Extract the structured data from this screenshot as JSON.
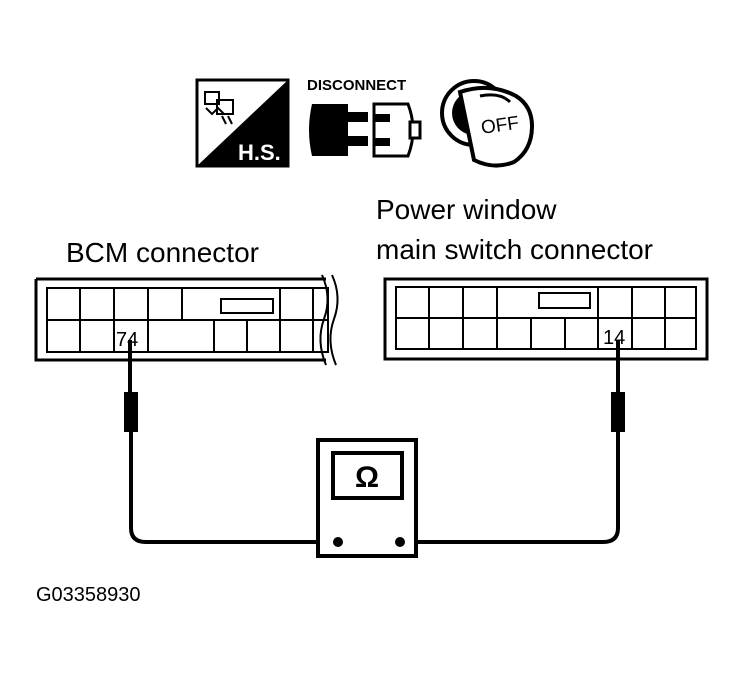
{
  "icons": {
    "harness_side": {
      "name": "harness-side-icon",
      "text": "H.S."
    },
    "disconnect": {
      "name": "disconnect-icon",
      "text": "DISCONNECT"
    },
    "ignition_off": {
      "name": "ignition-key-off-icon",
      "text": "OFF"
    }
  },
  "bcm": {
    "label": "BCM connector",
    "terminal": "74"
  },
  "power_window": {
    "label_line1": "Power window",
    "label_line2": "main switch connector",
    "terminal": "14"
  },
  "meter": {
    "icon": "ohm-icon",
    "symbol": "Ω"
  },
  "figure_id": "G03358930"
}
